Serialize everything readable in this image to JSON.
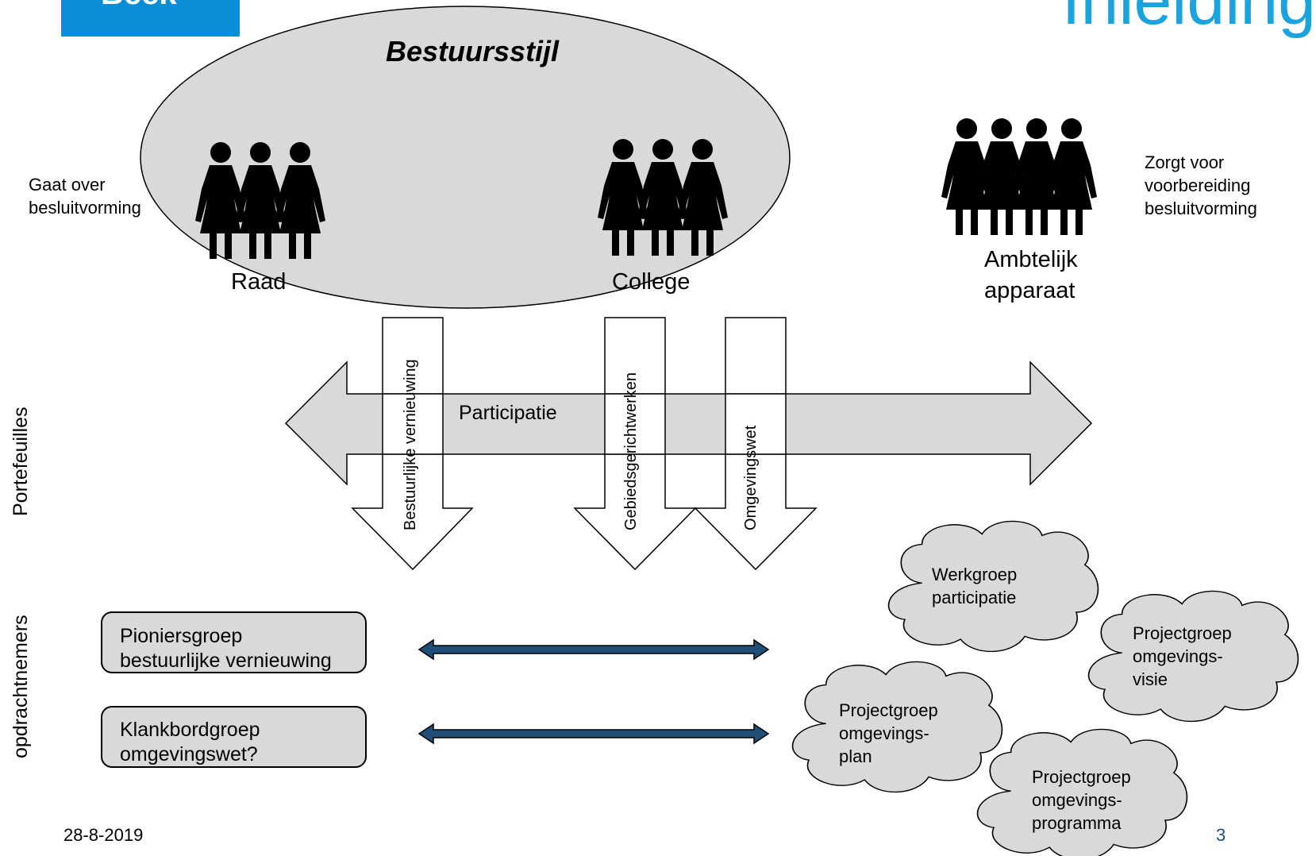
{
  "header": {
    "logo_text": "Beek",
    "deco_text": "Inleiding"
  },
  "diagram": {
    "ellipse_title": "Bestuursstijl",
    "left_note": [
      "Gaat over",
      "besluitvorming"
    ],
    "right_note": [
      "Zorgt voor",
      "voorbereiding",
      "besluitvorming"
    ],
    "groups": {
      "raad": "Raad",
      "college": "College",
      "ambtelijk": [
        "Ambtelijk",
        "apparaat"
      ]
    },
    "side_labels": {
      "top": "Portefeuilles",
      "bottom": "opdrachtnemers"
    },
    "horizontal_arrow_label": "Participatie",
    "vertical_arrows": [
      "Bestuurlijke vernieuwing",
      "Gebiedsgerichtwerken",
      "Omgevingswet"
    ],
    "boxes": [
      [
        "Pioniersgroep",
        "bestuurlijke vernieuwing"
      ],
      [
        "Klankbordgroep",
        "omgevingswet?"
      ]
    ],
    "clouds": [
      [
        "Werkgroep",
        "participatie"
      ],
      [
        "Projectgroep",
        "omgevings-",
        "visie"
      ],
      [
        "Projectgroep",
        "omgevings-",
        "plan"
      ],
      [
        "Projectgroep",
        "omgevings-",
        "programma"
      ]
    ]
  },
  "footer": {
    "date": "28-8-2019",
    "page": "3"
  },
  "colors": {
    "logo_blue": "#0a8fd6",
    "deco_blue": "#1aa3dd",
    "double_arrow": "#1f4e79",
    "page_number": "#1f4e79",
    "shape_grey": "#d9d9d9"
  }
}
